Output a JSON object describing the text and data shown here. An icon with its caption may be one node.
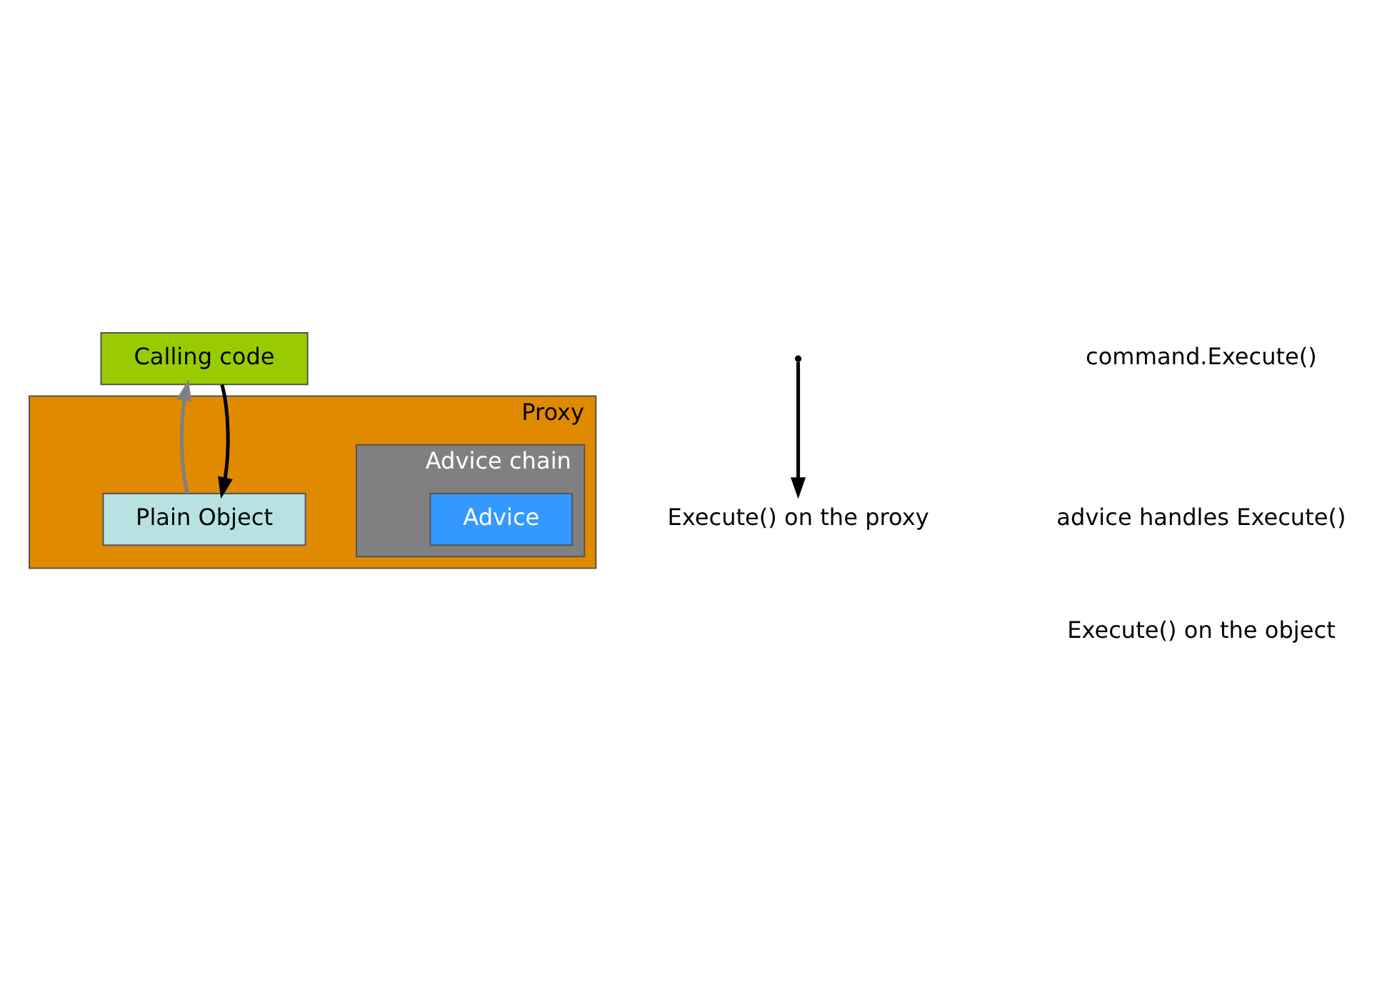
{
  "diagram": {
    "nodes": [
      {
        "text": [
          "Calling code"
        ]
      },
      {
        "text": [
          "Proxy"
        ]
      },
      {
        "text": [
          "Advice chain"
        ],
        "in": 1
      },
      {
        "text": [
          "Advice"
        ],
        "in": 2
      },
      {
        "text": [
          "Plain Object"
        ],
        "in": 1
      },
      {
        "text": [
          "Execute() on the proxy"
        ]
      }
    ],
    "edges": [
      {
        "from": 0,
        "to": 4,
        "arrow": "to"
      },
      {
        "from": 4,
        "to": 0,
        "arrow": "to",
        "color": "#808080"
      },
      {
        "from": null,
        "to": 5,
        "arrow": "to"
      }
    ],
    "labels": [
      "command.Execute()",
      "advice handles Execute()",
      "Execute() on the object"
    ]
  }
}
